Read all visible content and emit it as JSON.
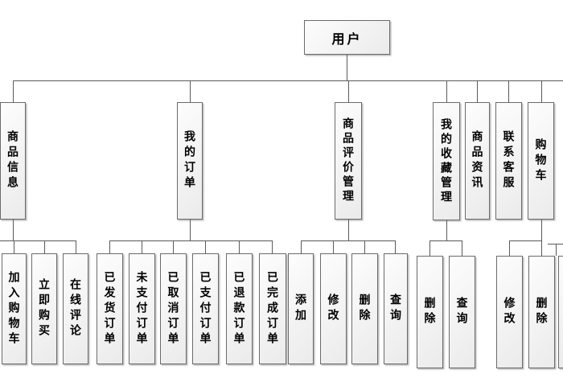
{
  "diagram": {
    "title_node": "用户",
    "root": {
      "label": "用户"
    },
    "branches": [
      {
        "label": "商品信息",
        "children": [
          "加入购物车",
          "立即购买",
          "在线评论"
        ]
      },
      {
        "label": "我的订单",
        "children": [
          "已发货订单",
          "未支付订单",
          "已取消订单",
          "已支付订单",
          "已退款订单",
          "已完成订单"
        ]
      },
      {
        "label": "商品评价管理",
        "children": [
          "添加",
          "修改",
          "删除",
          "查询"
        ]
      },
      {
        "label": "我的收藏管理",
        "children": [
          "删除",
          "查询"
        ]
      },
      {
        "label": "商品资讯",
        "children": []
      },
      {
        "label": "联系客服",
        "children": []
      },
      {
        "label": "购物车",
        "children": [
          "修改",
          "删除"
        ]
      }
    ],
    "colors": {
      "box_fill": "#f3f3f3",
      "box_border": "#6b6b6b",
      "connector": "#5a5a5a",
      "text": "#000000",
      "background": "#ffffff"
    }
  }
}
